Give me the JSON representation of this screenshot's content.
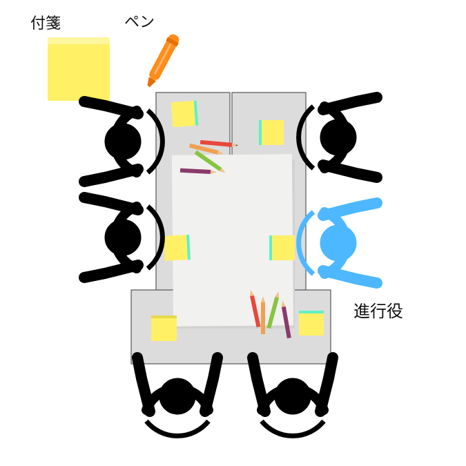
{
  "legend": {
    "sticky_note_label": "付箋",
    "pen_label": "ペン"
  },
  "facilitator_label": "進行役",
  "colors": {
    "sticky_note": "#fff066",
    "sticky_note_edge": "#5ff0c8",
    "table": "#dcdcdc",
    "table_border": "#555555",
    "paper": "#f1f1ef",
    "person": "#000000",
    "facilitator": "#4db8ff",
    "pen": "#ff8c1a"
  },
  "icons": [
    "person-icon",
    "facilitator-icon",
    "sticky-note-icon",
    "pen-icon",
    "colored-pencil-icon"
  ]
}
